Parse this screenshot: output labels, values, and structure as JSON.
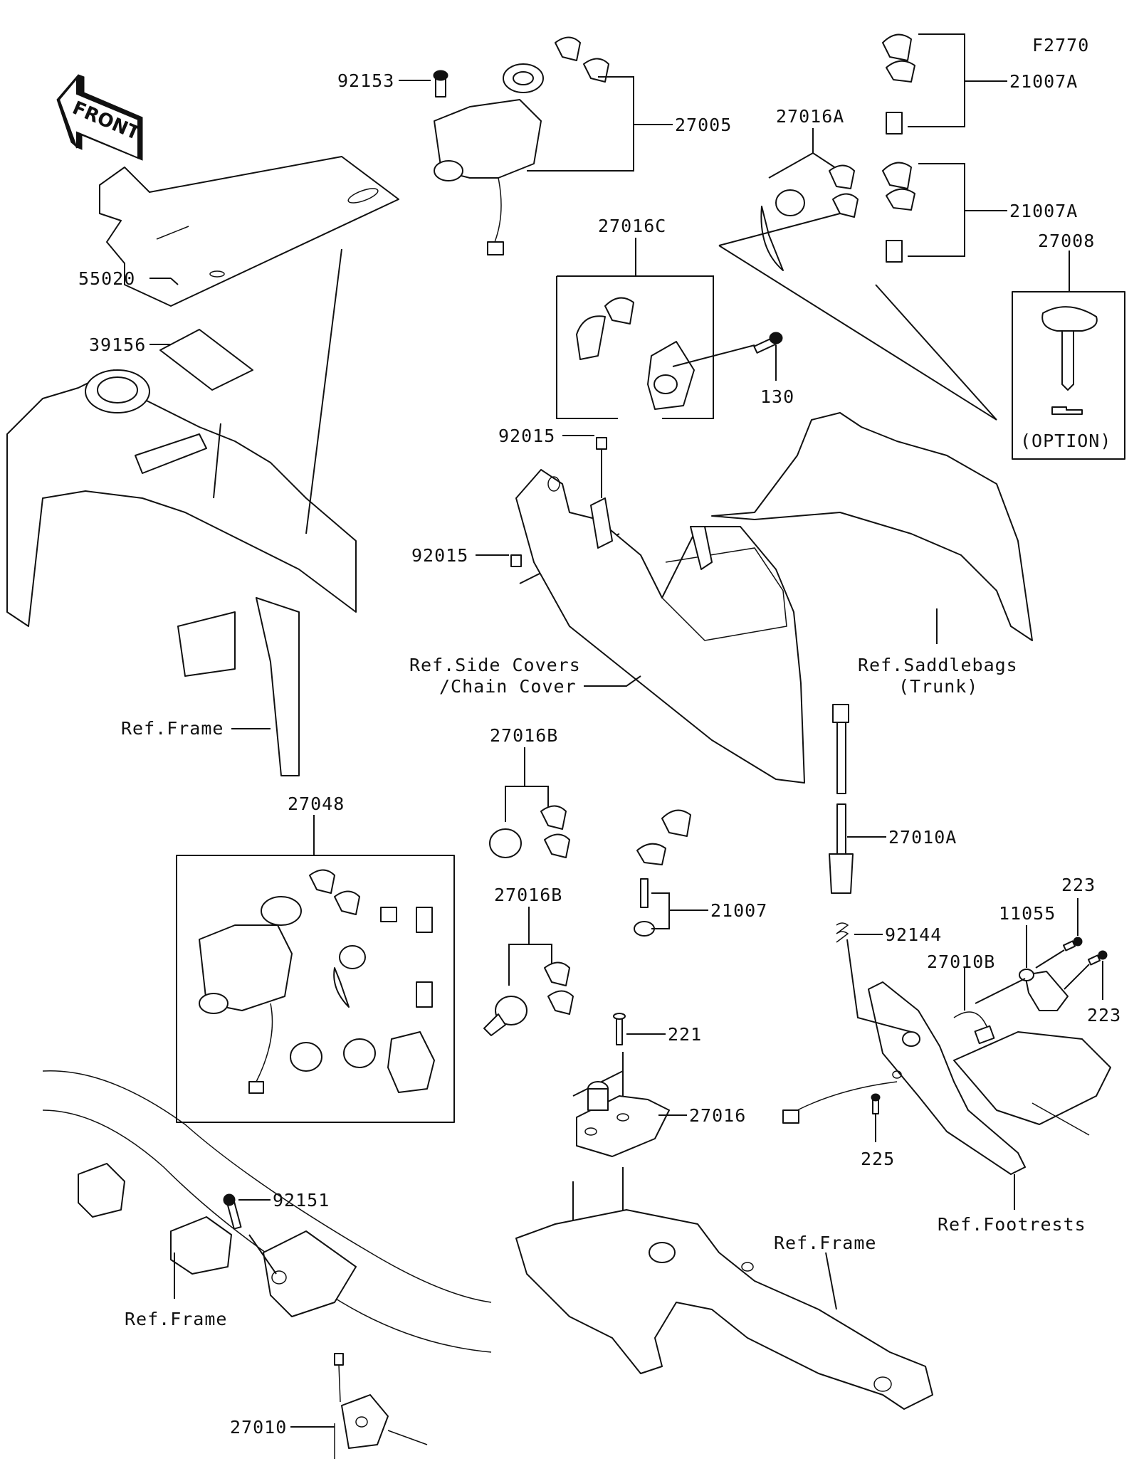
{
  "diagram": {
    "figure_code": "F2770",
    "front_arrow": "FRONT",
    "option_box": {
      "label": "(OPTION)",
      "part": "27008"
    },
    "parts": {
      "p92153": "92153",
      "p27005": "27005",
      "p27016A": "27016A",
      "p21007A_1": "21007A",
      "p21007A_2": "21007A",
      "p27008": "27008",
      "p27016C": "27016C",
      "p55020": "55020",
      "p39156": "39156",
      "p130": "130",
      "p92015_1": "92015",
      "p92015_2": "92015",
      "p27016B_1": "27016B",
      "p27016B_2": "27016B",
      "p27048": "27048",
      "p27010A": "27010A",
      "p223_1": "223",
      "p223_2": "223",
      "p11055": "11055",
      "p21007": "21007",
      "p92144": "92144",
      "p27010B": "27010B",
      "p221": "221",
      "p27016": "27016",
      "p225": "225",
      "p92151": "92151",
      "p27010": "27010"
    },
    "references": {
      "side_covers_line1": "Ref.Side Covers",
      "side_covers_line2": "/Chain Cover",
      "saddlebags_line1": "Ref.Saddlebags",
      "saddlebags_line2": "(Trunk)",
      "frame_1": "Ref.Frame",
      "frame_2": "Ref.Frame",
      "frame_3": "Ref.Frame",
      "footrests": "Ref.Footrests"
    }
  }
}
